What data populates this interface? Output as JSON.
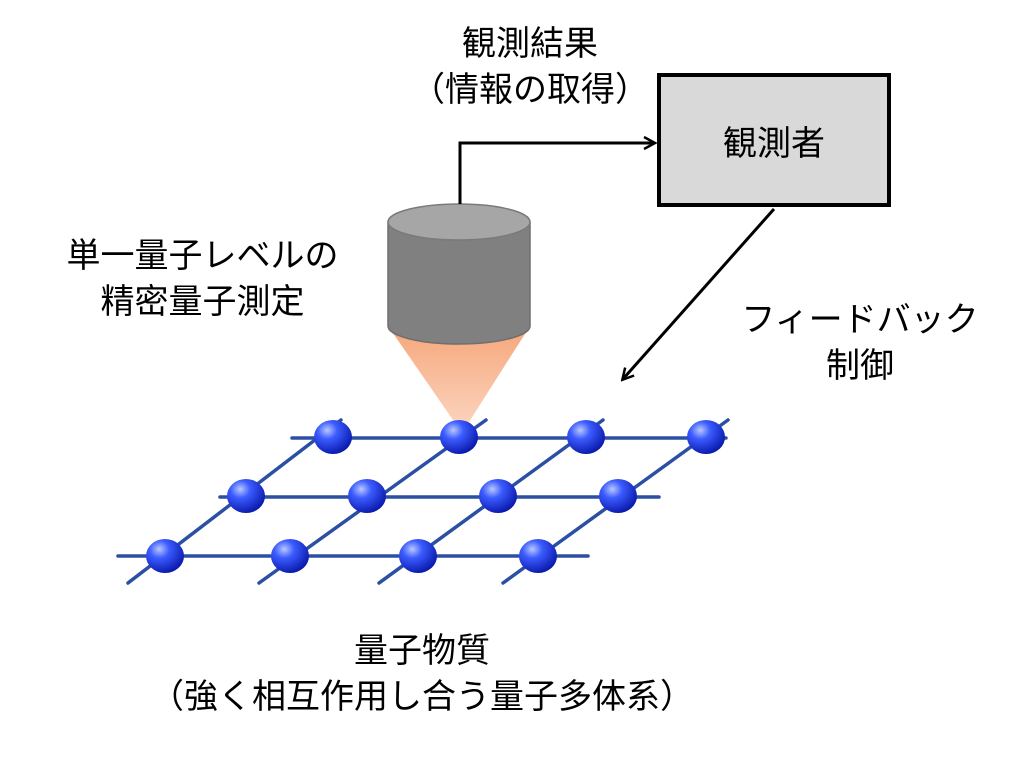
{
  "labels": {
    "observation_result_line1": "観測結果",
    "observation_result_line2": "（情報の取得）",
    "observer": "観測者",
    "measurement_line1": "単一量子レベルの",
    "measurement_line2": "精密量子測定",
    "feedback_line1": "フィードバック",
    "feedback_line2": "制御",
    "matter_line1": "量子物質",
    "matter_line2": "（強く相互作用し合う量子多体系）"
  },
  "colors": {
    "lattice_line": "#2b4fa3",
    "atom": "#1a2fe0",
    "detector_body": "#808080",
    "detector_top": "#a6a6a6",
    "beam": "#f7b58e",
    "observer_fill": "#d9d9d9"
  }
}
